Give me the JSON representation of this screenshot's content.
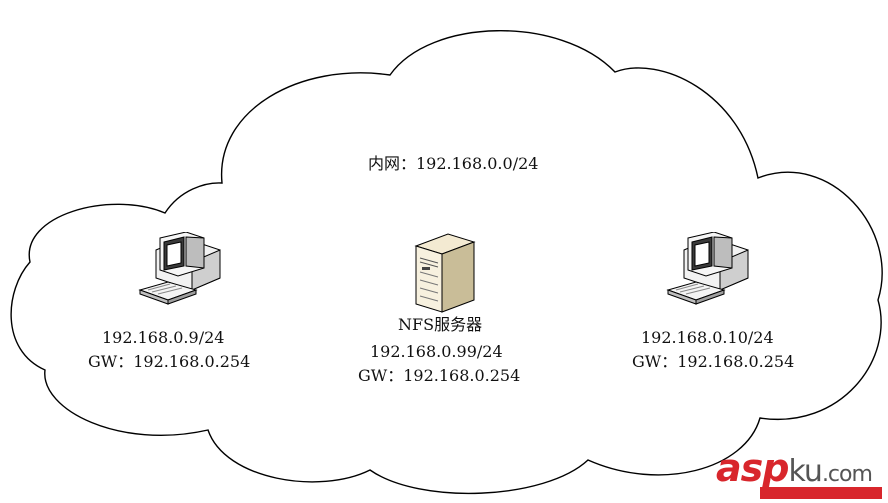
{
  "diagram": {
    "cloud_label": "内网：192.168.0.0/24",
    "left_client": {
      "ip": "192.168.0.9/24",
      "gateway": "GW：192.168.0.254",
      "icon": "desktop-computer-icon"
    },
    "server": {
      "name": "NFS服务器",
      "ip": "192.168.0.99/24",
      "gateway": "GW：192.168.0.254",
      "icon": "server-tower-icon"
    },
    "right_client": {
      "ip": "192.168.0.10/24",
      "gateway": "GW：192.168.0.254",
      "icon": "desktop-computer-icon"
    }
  },
  "watermark": {
    "brand_red": "asp",
    "brand_gray": "ku",
    "brand_suffix": ".com",
    "tagline": "",
    "color": "#d8262c"
  }
}
